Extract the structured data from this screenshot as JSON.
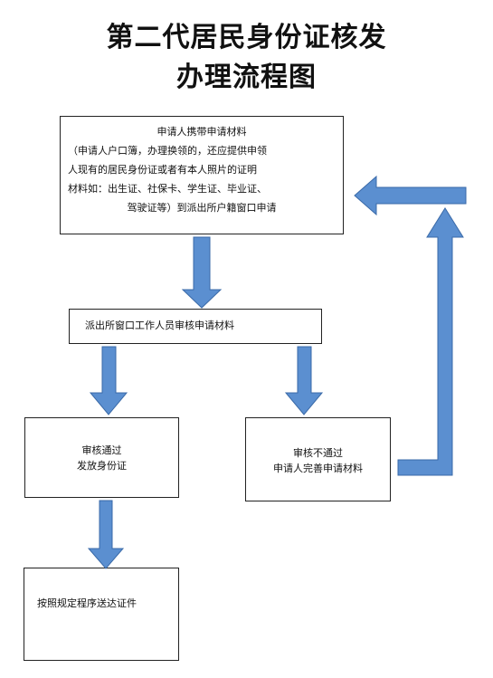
{
  "title": {
    "line1": "第二代居民身份证核发",
    "line2": "办理流程图"
  },
  "nodes": {
    "apply": {
      "line1": "申请人携带申请材料",
      "line2": "（申请人户口簿，办理换领的，还应提供申领",
      "line3": "人现有的居民身份证或者有本人照片的证明",
      "line4": "材料如：出生证、社保卡、学生证、毕业证、",
      "line5": "驾驶证等）到派出所户籍窗口申请"
    },
    "review": {
      "line1": "派出所窗口工作人员审核申请材料"
    },
    "pass": {
      "line1": "审核通过",
      "line2": "发放身份证"
    },
    "fail": {
      "line1": "审核不通过",
      "line2": "申请人完善申请材料"
    },
    "deliver": {
      "line1": "按照规定程序送达证件"
    }
  },
  "colors": {
    "arrow_fill": "#5b8fd0",
    "arrow_stroke": "#3a6aa8",
    "border": "#222222"
  }
}
